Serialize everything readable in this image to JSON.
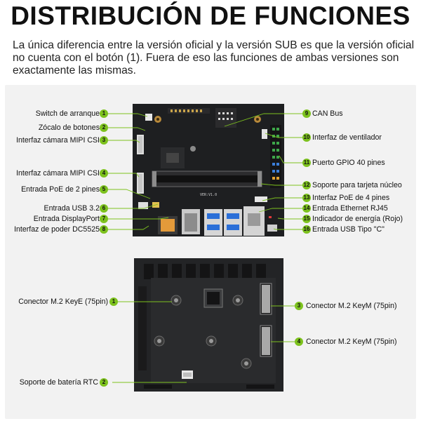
{
  "header": {
    "title": "DISTRIBUCIÓN DE FUNCIONES",
    "intro": "La única diferencia entre la versión oficial y la versión SUB es que la versión oficial no cuenta con el botón (1). Fuera de eso las funciones de ambas versiones son exactamente las mismas."
  },
  "top_board": {
    "silkscreen": "VER:V1.0",
    "left_labels": [
      {
        "n": "1",
        "text": "Switch de arranque"
      },
      {
        "n": "2",
        "text": "Zócalo de botones"
      },
      {
        "n": "3",
        "text": "Interfaz cámara MIPI CSI"
      },
      {
        "n": "4",
        "text": "Interfaz cámara MIPI CSI"
      },
      {
        "n": "5",
        "text": "Entrada PoE de 2 pines"
      },
      {
        "n": "6",
        "text": "Entrada USB 3.2"
      },
      {
        "n": "7",
        "text": "Entrada DisplayPort"
      },
      {
        "n": "8",
        "text": "Interfaz de poder DC5525"
      }
    ],
    "right_labels": [
      {
        "n": "9",
        "text": "CAN Bus"
      },
      {
        "n": "10",
        "text": "Interfaz de ventilador"
      },
      {
        "n": "11",
        "text": "Puerto GPIO 40 pines"
      },
      {
        "n": "12",
        "text": "Soporte para tarjeta núcleo"
      },
      {
        "n": "13",
        "text": "Interfaz PoE de 4 pines"
      },
      {
        "n": "14",
        "text": "Entrada Ethernet RJ45"
      },
      {
        "n": "15",
        "text": "Indicador de energía (Rojo)"
      },
      {
        "n": "16",
        "text": "Entrada USB Tipo \"C\""
      }
    ]
  },
  "bottom_board": {
    "left_labels": [
      {
        "n": "1",
        "text": "Conector M.2 KeyE (75pin)"
      },
      {
        "n": "2",
        "text": "Soporte de batería RTC"
      }
    ],
    "right_labels": [
      {
        "n": "3",
        "text": "Conector M.2 KeyM (75pin)"
      },
      {
        "n": "4",
        "text": "Conector M.2 KeyM (75pin)"
      }
    ]
  },
  "colors": {
    "badge": "#7dc21e",
    "board": "#1b1c1e",
    "panel": "#f2f2f2",
    "leader": "#7dc21e"
  }
}
